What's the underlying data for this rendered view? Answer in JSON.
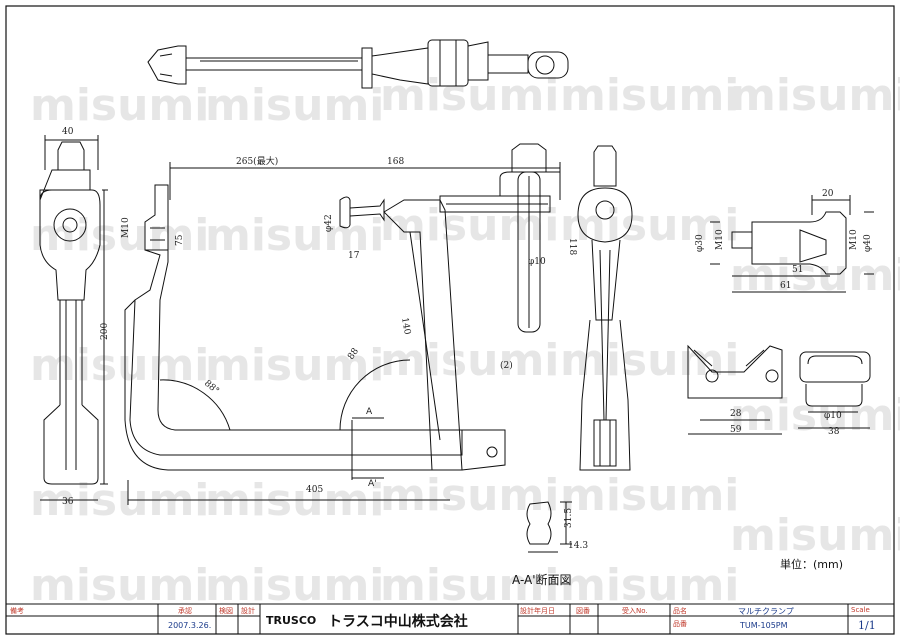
{
  "watermark": "misumi",
  "dimensions": {
    "top_width_40": "40",
    "max_265": "265(最大)",
    "d168": "168",
    "phi42": "φ42",
    "m10_left": "M10",
    "d75": "75",
    "d200": "200",
    "d17": "17",
    "phi10_center": "φ10",
    "d118": "118",
    "d140": "140",
    "d88": "88",
    "angle_88": "88°",
    "label_2": "(2)",
    "section_a": "A",
    "section_a_prime": "A'",
    "d405": "405",
    "d36": "36",
    "d20": "20",
    "phi30": "φ30",
    "m10_right_a": "M10",
    "m10_right_b": "M10",
    "phi40": "φ40",
    "d51": "51",
    "d61": "61",
    "d28": "28",
    "d59": "59",
    "phi10_bottom": "φ10",
    "d38": "38",
    "d31_5": "31.5",
    "d14_3": "14.3"
  },
  "section_title": "A-A'断面図",
  "unit_label": "単位：(mm)",
  "title_block": {
    "remarks_label": "備考",
    "approval_label": "承認",
    "approval_date": "2007.3.26.",
    "check_label": "検図",
    "design_label": "設計",
    "brand": "TRUSCO",
    "company": "トラスコ中山株式会社",
    "design_date_label": "設計年月日",
    "drawing_no_label": "図番",
    "order_no_label": "受入No.",
    "name_label": "品名",
    "name_value": "マルチクランプ",
    "model_label": "品番",
    "model_value": "TUM-105PM",
    "scale_label": "Scale",
    "scale_value": "1/1"
  }
}
